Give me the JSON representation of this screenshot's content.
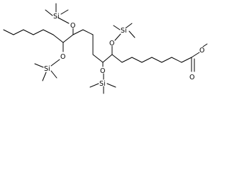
{
  "diagram": {
    "type": "skeletal-formula",
    "atom_labels": {
      "silyl_group": "Si",
      "oxygen": "O"
    },
    "groups": [
      {
        "name": "trimethylsilyloxy-1",
        "label": "O-Si"
      },
      {
        "name": "trimethylsilyloxy-2",
        "label": "O-Si"
      },
      {
        "name": "trimethylsilyloxy-3",
        "label": "O-Si"
      },
      {
        "name": "trimethylsilyloxy-4",
        "label": "O-Si"
      },
      {
        "name": "methyl-ester",
        "label": "O"
      }
    ]
  }
}
